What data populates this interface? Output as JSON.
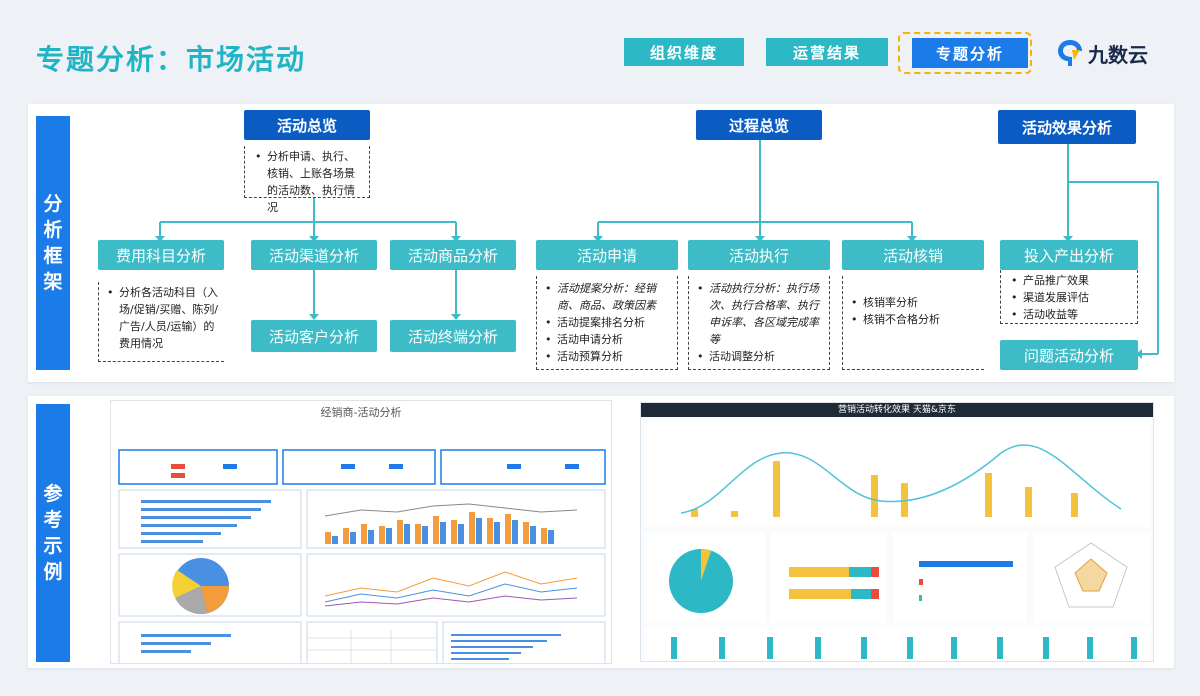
{
  "header": {
    "title": "专题分析：市场活动",
    "tabs": [
      {
        "label": "组织维度"
      },
      {
        "label": "运营结果"
      },
      {
        "label": "专题分析"
      }
    ],
    "logo_text": "九数云"
  },
  "framework": {
    "side_label": [
      "分",
      "析",
      "框",
      "架"
    ],
    "overview": {
      "label": "活动总览",
      "note": [
        "分析申请、执行、核销、上账各场景的活动数、执行情况"
      ],
      "children": [
        {
          "label": "费用科目分析"
        },
        {
          "label": "活动渠道分析"
        },
        {
          "label": "活动商品分析"
        },
        {
          "label": "活动客户分析"
        },
        {
          "label": "活动终端分析"
        }
      ],
      "cost_note": [
        "分析各活动科目（入场/促销/买赠、陈列/广告/人员/运输）的费用情况"
      ]
    },
    "process": {
      "label": "过程总览",
      "children": [
        {
          "label": "活动申请",
          "note": [
            "活动提案分析：经销商、商品、政策因素",
            "活动提案排名分析",
            "活动申请分析",
            "活动预算分析"
          ]
        },
        {
          "label": "活动执行",
          "note": [
            "活动执行分析：执行场次、执行合格率、执行申诉率、各区域完成率等",
            "活动调整分析"
          ]
        },
        {
          "label": "活动核销",
          "note": [
            "核销率分析",
            "核销不合格分析"
          ]
        }
      ]
    },
    "effect": {
      "label": "活动效果分析",
      "children": [
        {
          "label": "投入产出分析",
          "note": [
            "产品推广效果",
            "渠道发展评估",
            "活动收益等"
          ]
        },
        {
          "label": "问题活动分析"
        }
      ]
    }
  },
  "reference": {
    "side_label": [
      "参",
      "考",
      "示",
      "例"
    ],
    "left_title": "经销商-活动分析",
    "right_title": "营销活动转化效果 天猫&京东"
  },
  "colors": {
    "teal": "#3dbcc7",
    "dark_blue": "#0a5cc2",
    "accent_blue": "#1b7be8",
    "title_teal": "#1fb5c4",
    "highlight": "#f5b400"
  }
}
